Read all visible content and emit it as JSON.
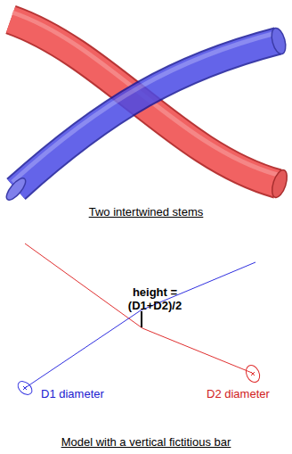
{
  "diagram": {
    "labels": [
      "Two intertwined stems",
      "height = (D1+D2)/2",
      "D1 diameter",
      "D2 diameter",
      "Model with a vertical fictitious bar"
    ]
  }
}
